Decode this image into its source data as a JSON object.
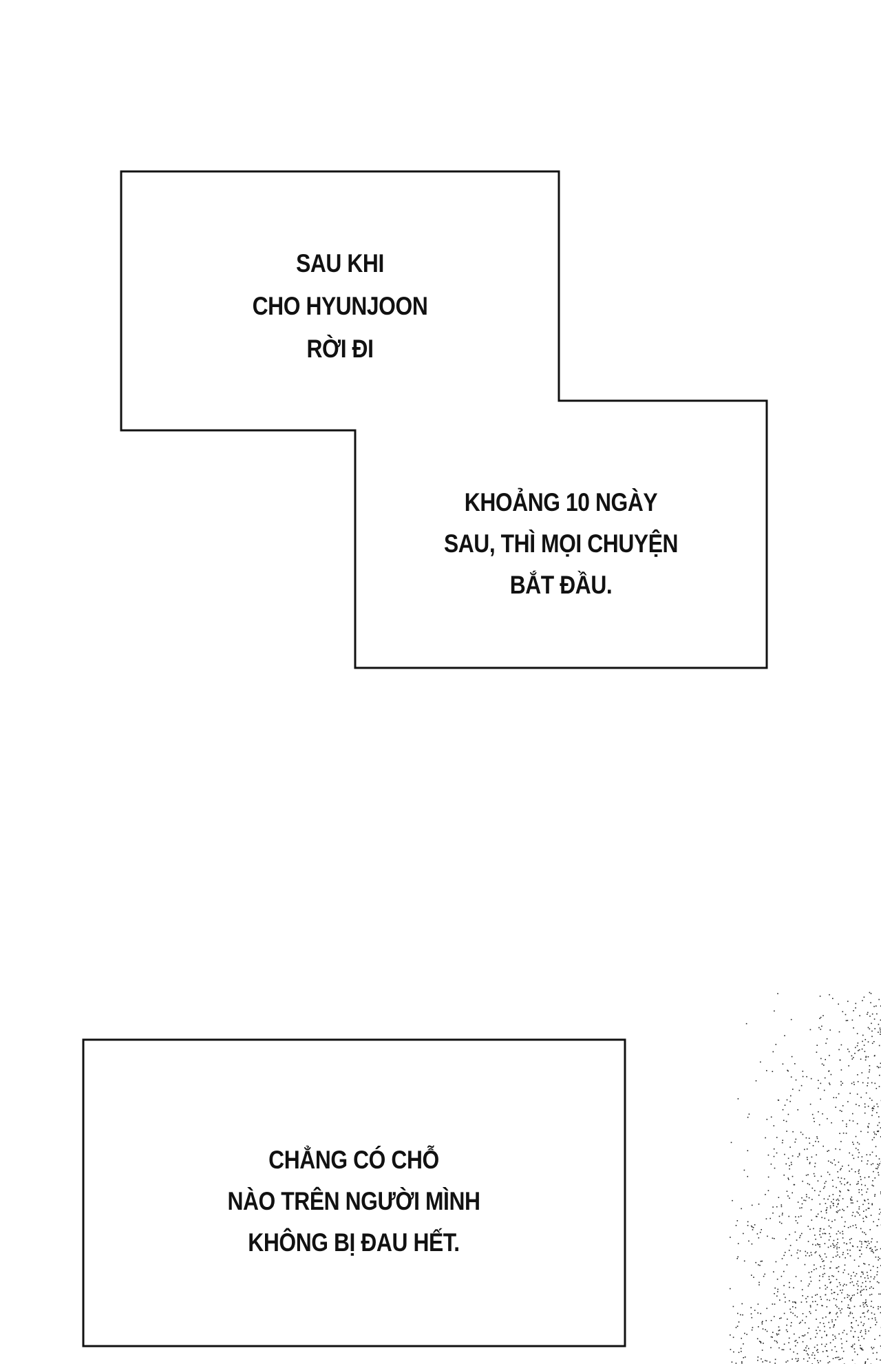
{
  "captions": [
    {
      "lines": [
        "SAU KHI",
        "CHO HYUNJOON",
        "RỜI ĐI"
      ]
    },
    {
      "lines": [
        "KHOẢNG 10 NGÀY",
        "SAU, THÌ MỌI CHUYỆN",
        "BẮT ĐẦU."
      ]
    },
    {
      "lines": [
        "CHẲNG CÓ CHỖ",
        "NÀO TRÊN NGƯỜI MÌNH",
        "KHÔNG BỊ ĐAU HẾT."
      ]
    }
  ],
  "colors": {
    "ink": "#111111",
    "paper": "#ffffff"
  }
}
